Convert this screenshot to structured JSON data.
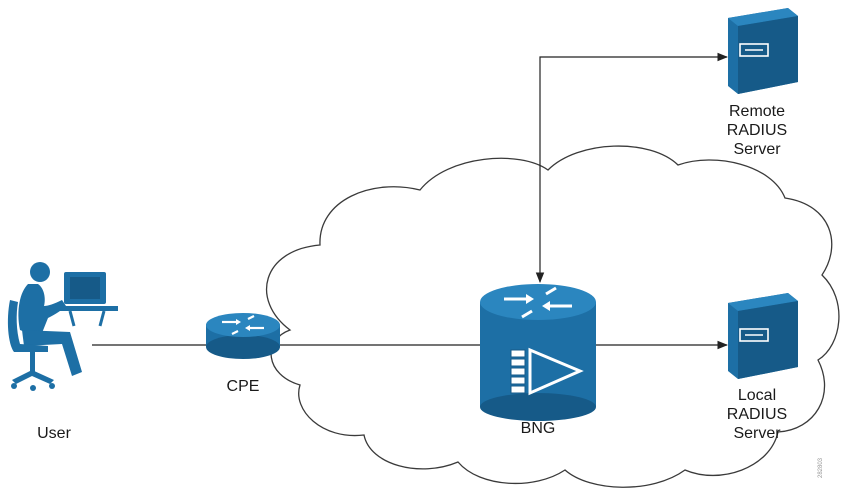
{
  "diagram": {
    "colors": {
      "device": "#1d6fa5",
      "device_dark": "#165a88",
      "device_top": "#2b86bf",
      "line": "#222222",
      "cloud_stroke": "#3a3a3a",
      "icon_white": "#ffffff"
    },
    "nodes": {
      "user": {
        "label": "User",
        "icon": "user-at-workstation-icon"
      },
      "cpe": {
        "label": "CPE",
        "icon": "router-icon"
      },
      "bng": {
        "label": "BNG",
        "icon": "bng-router-icon"
      },
      "remote_radius": {
        "lines": [
          "Remote",
          "RADIUS",
          "Server"
        ],
        "icon": "server-icon"
      },
      "local_radius": {
        "lines": [
          "Local",
          "RADIUS",
          "Server"
        ],
        "icon": "server-icon"
      }
    },
    "watermark": "282803"
  }
}
